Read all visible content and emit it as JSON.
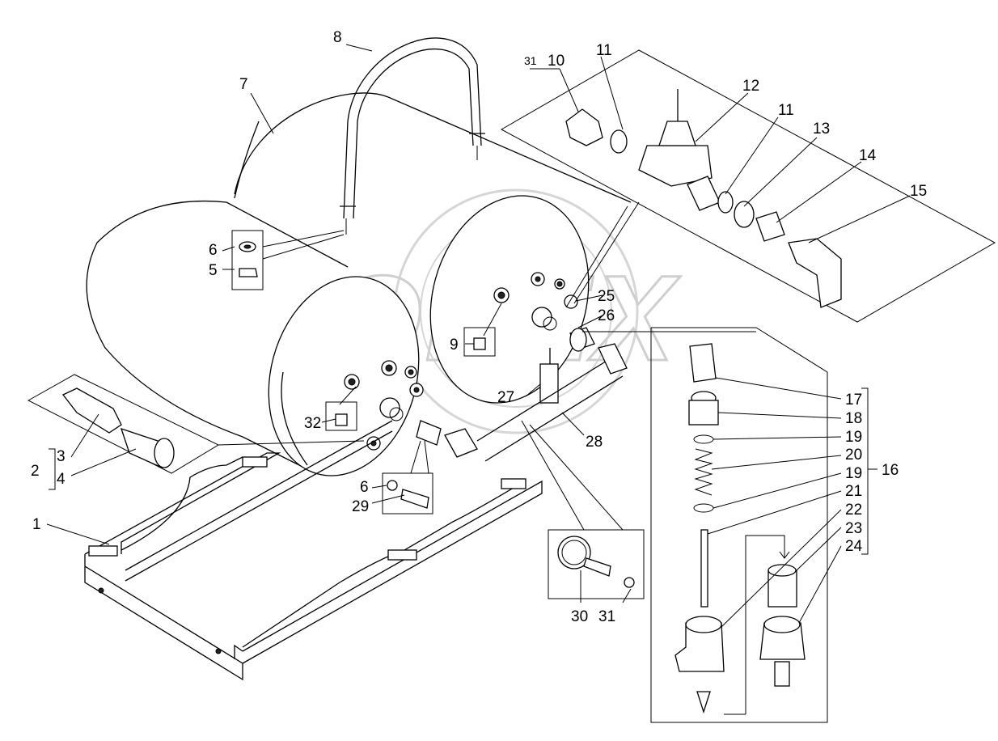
{
  "watermark": "OPEX",
  "labels": {
    "l1": "1",
    "l2": "2",
    "l3": "3",
    "l4": "4",
    "l5": "5",
    "l6a": "6",
    "l6b": "6",
    "l7": "7",
    "l8": "8",
    "l9": "9",
    "l10": "10",
    "l11a": "11",
    "l11b": "11",
    "l12": "12",
    "l13": "13",
    "l14": "14",
    "l15": "15",
    "l16": "16",
    "l17": "17",
    "l18": "18",
    "l19a": "19",
    "l19b": "19",
    "l20": "20",
    "l21": "21",
    "l22": "22",
    "l23": "23",
    "l24": "24",
    "l25": "25",
    "l26": "26",
    "l27": "27",
    "l28": "28",
    "l29": "29",
    "l30": "30",
    "l31a": "31",
    "l31b": "31",
    "l32": "32"
  }
}
